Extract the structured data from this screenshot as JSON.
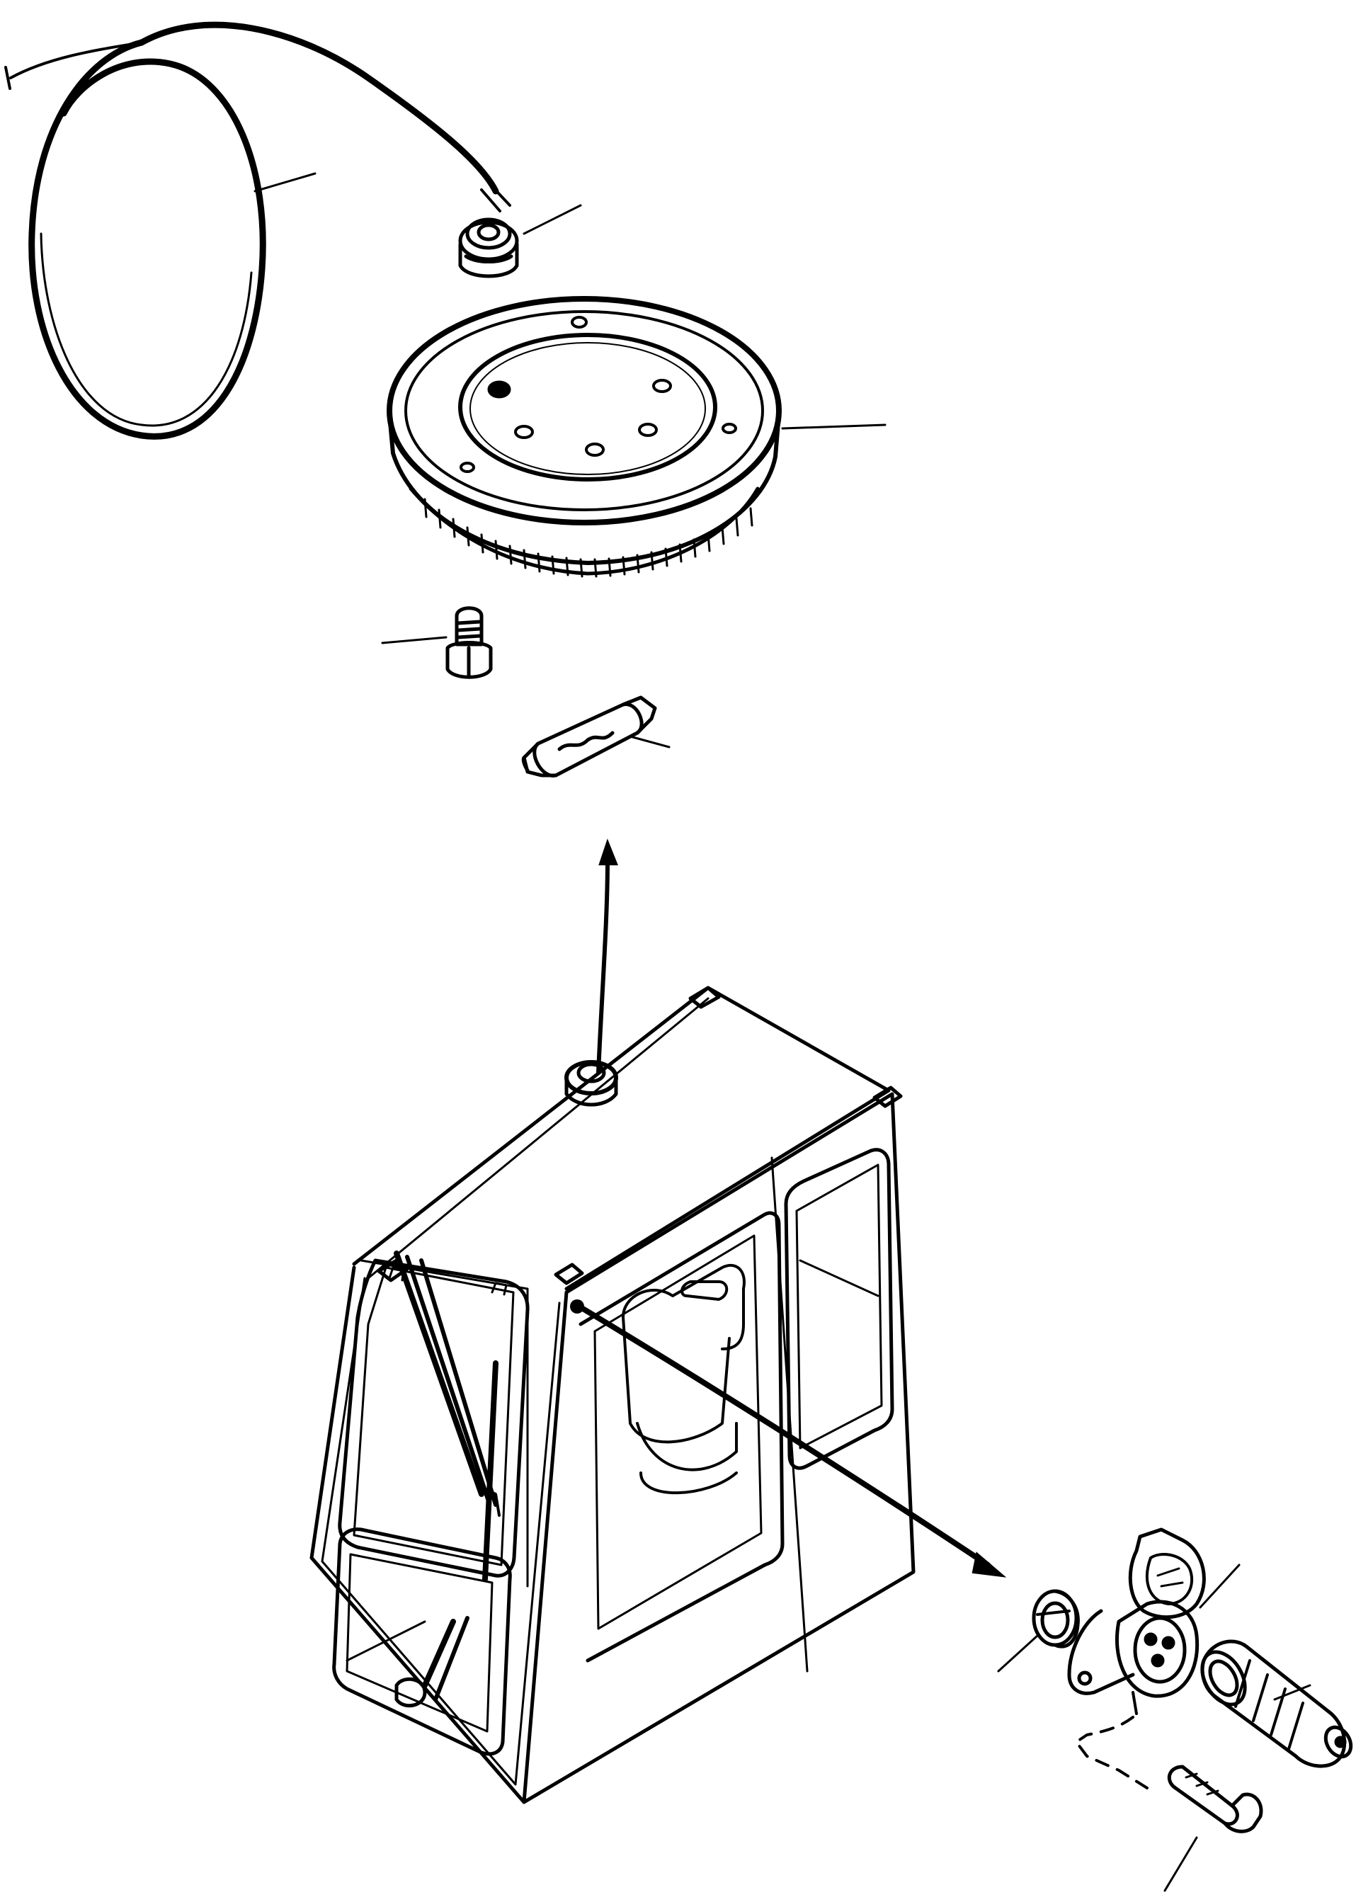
{
  "diagram": {
    "ink_color": "#000000",
    "background_color": "#ffffff",
    "parts": [
      "harness-cable",
      "rubber-grommet",
      "rotating-beacon",
      "mounting-bolt",
      "festoon-bulb",
      "operator-cab",
      "socket-grommet",
      "power-socket",
      "socket-plug",
      "socket-bolt"
    ]
  }
}
